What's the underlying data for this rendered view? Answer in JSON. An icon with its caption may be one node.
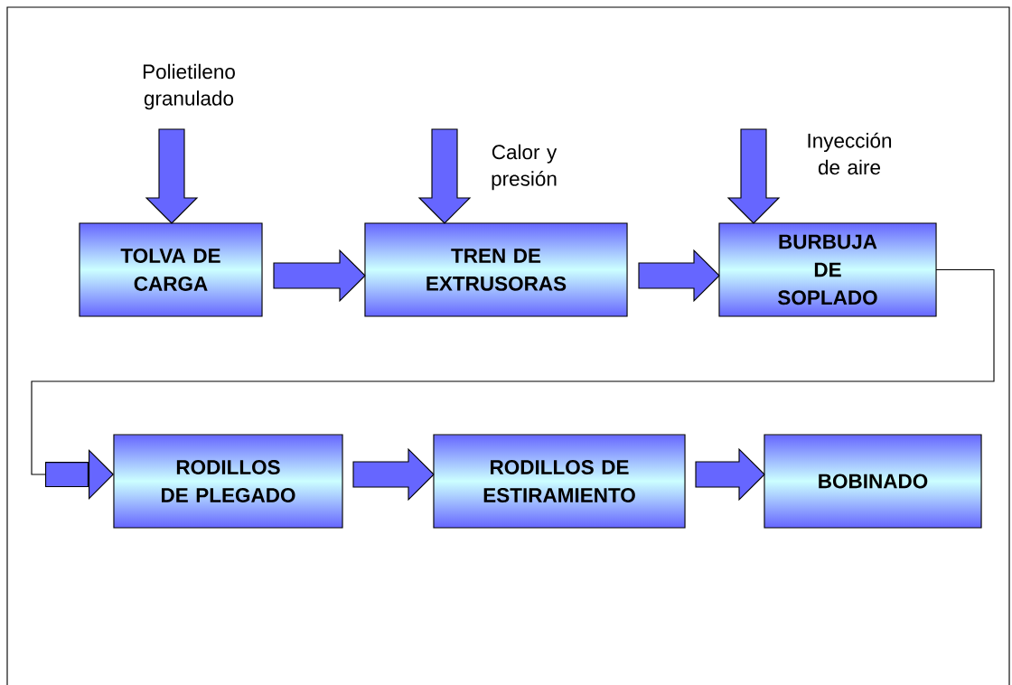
{
  "diagram": {
    "nodes": [
      {
        "text": [
          "Polietileno granulado"
        ]
      },
      {
        "text": [
          "TOLVA DE CARGA"
        ]
      },
      {
        "text": [
          "TREN DE EXTRUSORAS"
        ]
      },
      {
        "text": [
          "BURBUJA DE SOPLADO"
        ]
      },
      {
        "text": [
          "RODILLOS DE PLEGADO"
        ]
      },
      {
        "text": [
          "RODILLOS DE ESTIRAMIENTO"
        ]
      },
      {
        "text": [
          "BOBINADO"
        ]
      }
    ],
    "edges": [
      {
        "from": 0,
        "to": 1,
        "arrow": "to"
      },
      {
        "from": null,
        "to": 2,
        "arrow": "to",
        "label": "Calor y presión"
      },
      {
        "from": null,
        "to": 3,
        "arrow": "to",
        "label": "Inyección de aire"
      },
      {
        "from": 1,
        "to": 2,
        "arrow": "to"
      },
      {
        "from": 2,
        "to": 3,
        "arrow": "to"
      },
      {
        "from": 3,
        "to": 4,
        "arrow": "to"
      },
      {
        "from": 4,
        "to": 5,
        "arrow": "to"
      },
      {
        "from": 5,
        "to": 6,
        "arrow": "to"
      }
    ]
  }
}
